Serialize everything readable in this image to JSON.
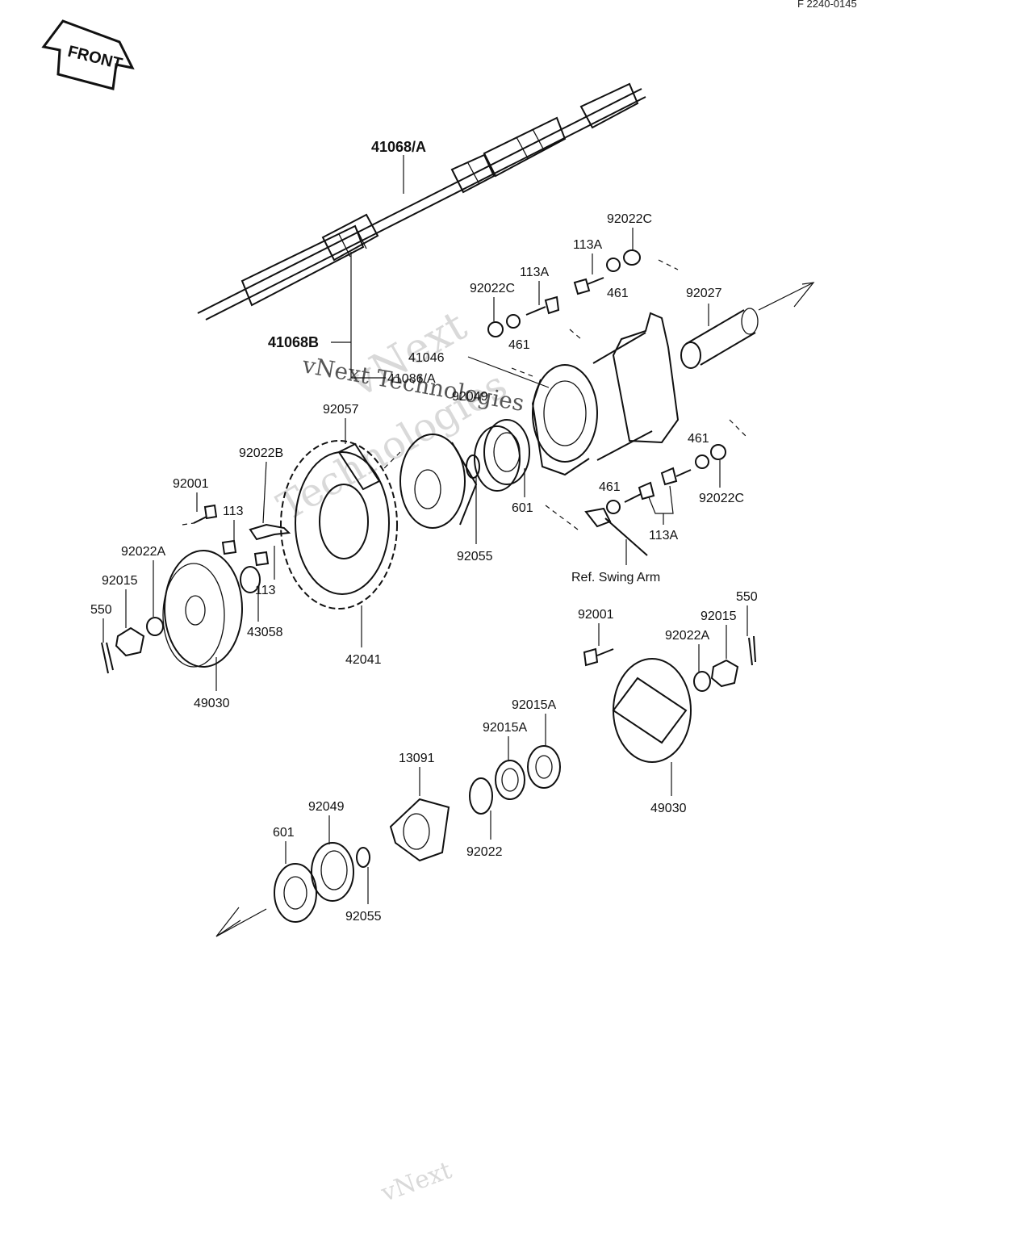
{
  "header": {
    "code": "F 2240-0145"
  },
  "front_badge": {
    "text": "FRONT"
  },
  "watermark": {
    "line1": "vNext",
    "line2": "Technologies",
    "line3": "vNext Technologies",
    "bottom": "vNext"
  },
  "labels": {
    "axle": "41068/A",
    "axle_b": "41068B",
    "axle_c": "41086/A",
    "nut_92022c_top": "92022C",
    "bolt_113a_top": "113A",
    "washer_461_top": "461",
    "nut_92022c_mid": "92022C",
    "bolt_113a_mid": "113A",
    "washer_461_mid": "461",
    "pipe_92027": "92027",
    "housing_41046": "41046",
    "seal_92049_top": "92049",
    "chain_92057": "92057",
    "lock_92022b": "92022B",
    "bolt_92001_left": "92001",
    "bolt_113_left": "113",
    "washer_92022a_left": "92022A",
    "nut_92015_left": "92015",
    "pin_550_left": "550",
    "bolt_113_lower": "113",
    "circlip_43058": "43058",
    "sprocket_42041": "42041",
    "disc_49030_left": "49030",
    "circlip_92055_top": "92055",
    "bearing_601_top": "601",
    "washer_461_right": "461",
    "nut_92022c_right": "92022C",
    "washer_461_lower": "461",
    "bolt_113a_right": "113A",
    "swing_arm_ref": "Ref. Swing Arm",
    "bolt_92001_right": "92001",
    "washer_92022a_right": "92022A",
    "nut_92015_right": "92015",
    "pin_550_right": "550",
    "nut_92015a_1": "92015A",
    "nut_92015a_2": "92015A",
    "flange_13091": "13091",
    "washer_92022": "92022",
    "disc_49030_right": "49030",
    "seal_92049_bottom": "92049",
    "bearing_601_bottom": "601",
    "circlip_92055_bottom": "92055"
  }
}
